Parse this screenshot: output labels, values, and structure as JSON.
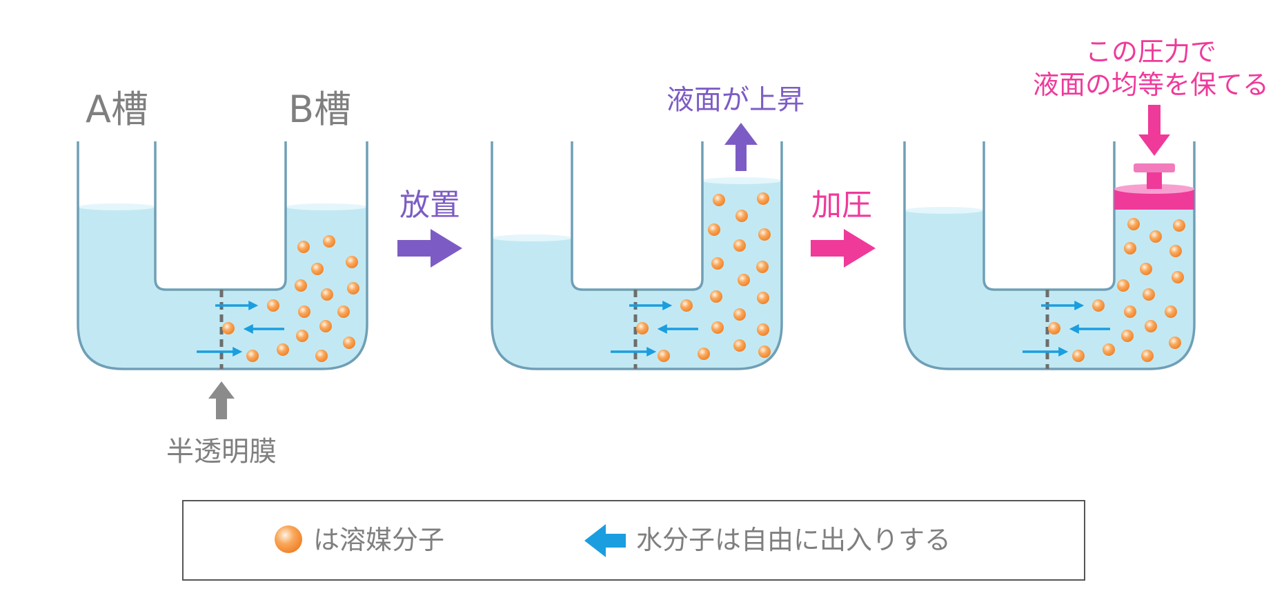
{
  "labels": {
    "tank_a": "A槽",
    "tank_b": "B槽",
    "membrane": "半透明膜",
    "step1": "放置",
    "step2": "加圧",
    "level_rise": "液面が上昇",
    "pressure_line1": "この圧力で",
    "pressure_line2": "液面の均等を保てる"
  },
  "legend": {
    "solute": "は溶媒分子",
    "water": "水分子は自由に出入りする"
  },
  "colors": {
    "water": "#c2e9f3",
    "surface": "#e4f6fb",
    "outline": "#6f9fb6",
    "membrane": "#6d6d6d",
    "particle": "#f59a48",
    "water_arrow": "#1a9ee0",
    "purple": "#7c5cc4",
    "pink": "#ef3a9a",
    "gray_arrow": "#8b8b8b",
    "text_gray": "#7f7f7f"
  }
}
